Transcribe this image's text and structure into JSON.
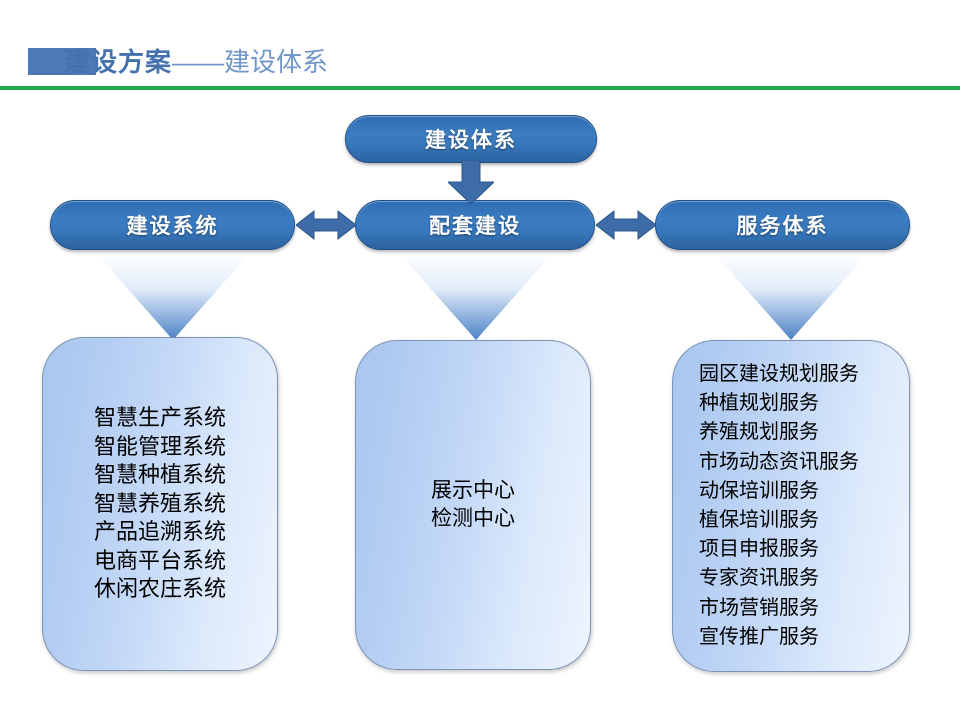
{
  "header": {
    "title_main": "建设方案",
    "title_sub": "——建设体系",
    "marker_color": "#4b7ab6",
    "rule_color": "#21a84a",
    "title_main_color": "#4472ad",
    "title_sub_color": "#7197c9"
  },
  "diagram": {
    "accent_color": "#3778bd",
    "arrow_color": "#3d6ca8",
    "nodes": {
      "top": "建设体系",
      "left": "建设系统",
      "middle": "配套建设",
      "right": "服务体系"
    },
    "panels": {
      "left": {
        "items": [
          "智慧生产系统",
          "智能管理系统",
          "智慧种植系统",
          "智慧养殖系统",
          "产品追溯系统",
          "电商平台系统",
          "休闲农庄系统"
        ]
      },
      "middle": {
        "items": [
          "展示中心",
          "检测中心"
        ]
      },
      "right": {
        "items": [
          "园区建设规划服务",
          "种植规划服务",
          "养殖规划服务",
          "市场动态资讯服务",
          "动保培训服务",
          "植保培训服务",
          "项目申报服务",
          "专家资讯服务",
          "市场营销服务",
          "宣传推广服务"
        ]
      }
    }
  }
}
